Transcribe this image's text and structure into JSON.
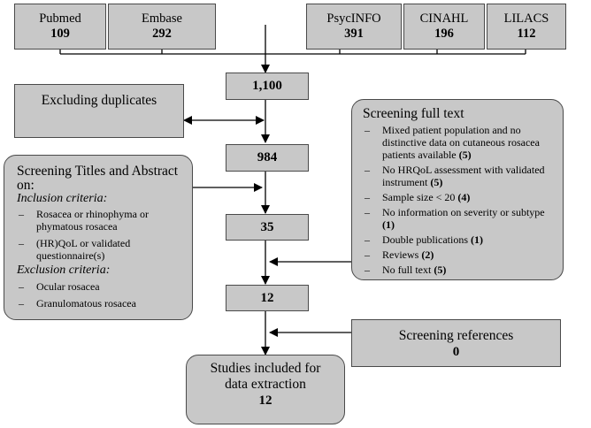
{
  "sources": [
    {
      "name": "Pubmed",
      "count": "109"
    },
    {
      "name": "Embase",
      "count": "292"
    },
    {
      "name": "PsycINFO",
      "count": "391"
    },
    {
      "name": "CINAHL",
      "count": "196"
    },
    {
      "name": "LILACS",
      "count": "112"
    }
  ],
  "flow": {
    "total": "1,100",
    "after_duplicates": "984",
    "after_titles": "35",
    "after_fulltext": "12"
  },
  "excluding_duplicates": "Excluding duplicates",
  "titles_abstract": {
    "title_line1": "Screening Titles and Abstract",
    "title_line2": "on:",
    "inclusion_label": "Inclusion criteria:",
    "inclusion": [
      "Rosacea or rhinophyma or phymatous rosacea",
      "(HR)QoL or validated questionnaire(s)"
    ],
    "exclusion_label": "Exclusion criteria:",
    "exclusion": [
      "Ocular rosacea",
      "Granulomatous rosacea"
    ]
  },
  "full_text": {
    "title": "Screening full text",
    "items": [
      {
        "text": "Mixed patient population and no distinctive data on cutaneous rosacea patients available ",
        "count": "(5)"
      },
      {
        "text": "No HRQoL assessment with validated instrument ",
        "count": "(5)"
      },
      {
        "text": "Sample size < 20 ",
        "count": "(4)"
      },
      {
        "text": "No information on severity or subtype ",
        "count": "(1)"
      },
      {
        "text": "Double publications ",
        "count": "(1)"
      },
      {
        "text": "Reviews ",
        "count": "(2)"
      },
      {
        "text": "No full text ",
        "count": "(5)"
      }
    ]
  },
  "references": {
    "title": "Screening references",
    "count": "0"
  },
  "final": {
    "line1": "Studies included for",
    "line2": "data extraction",
    "count": "12"
  }
}
